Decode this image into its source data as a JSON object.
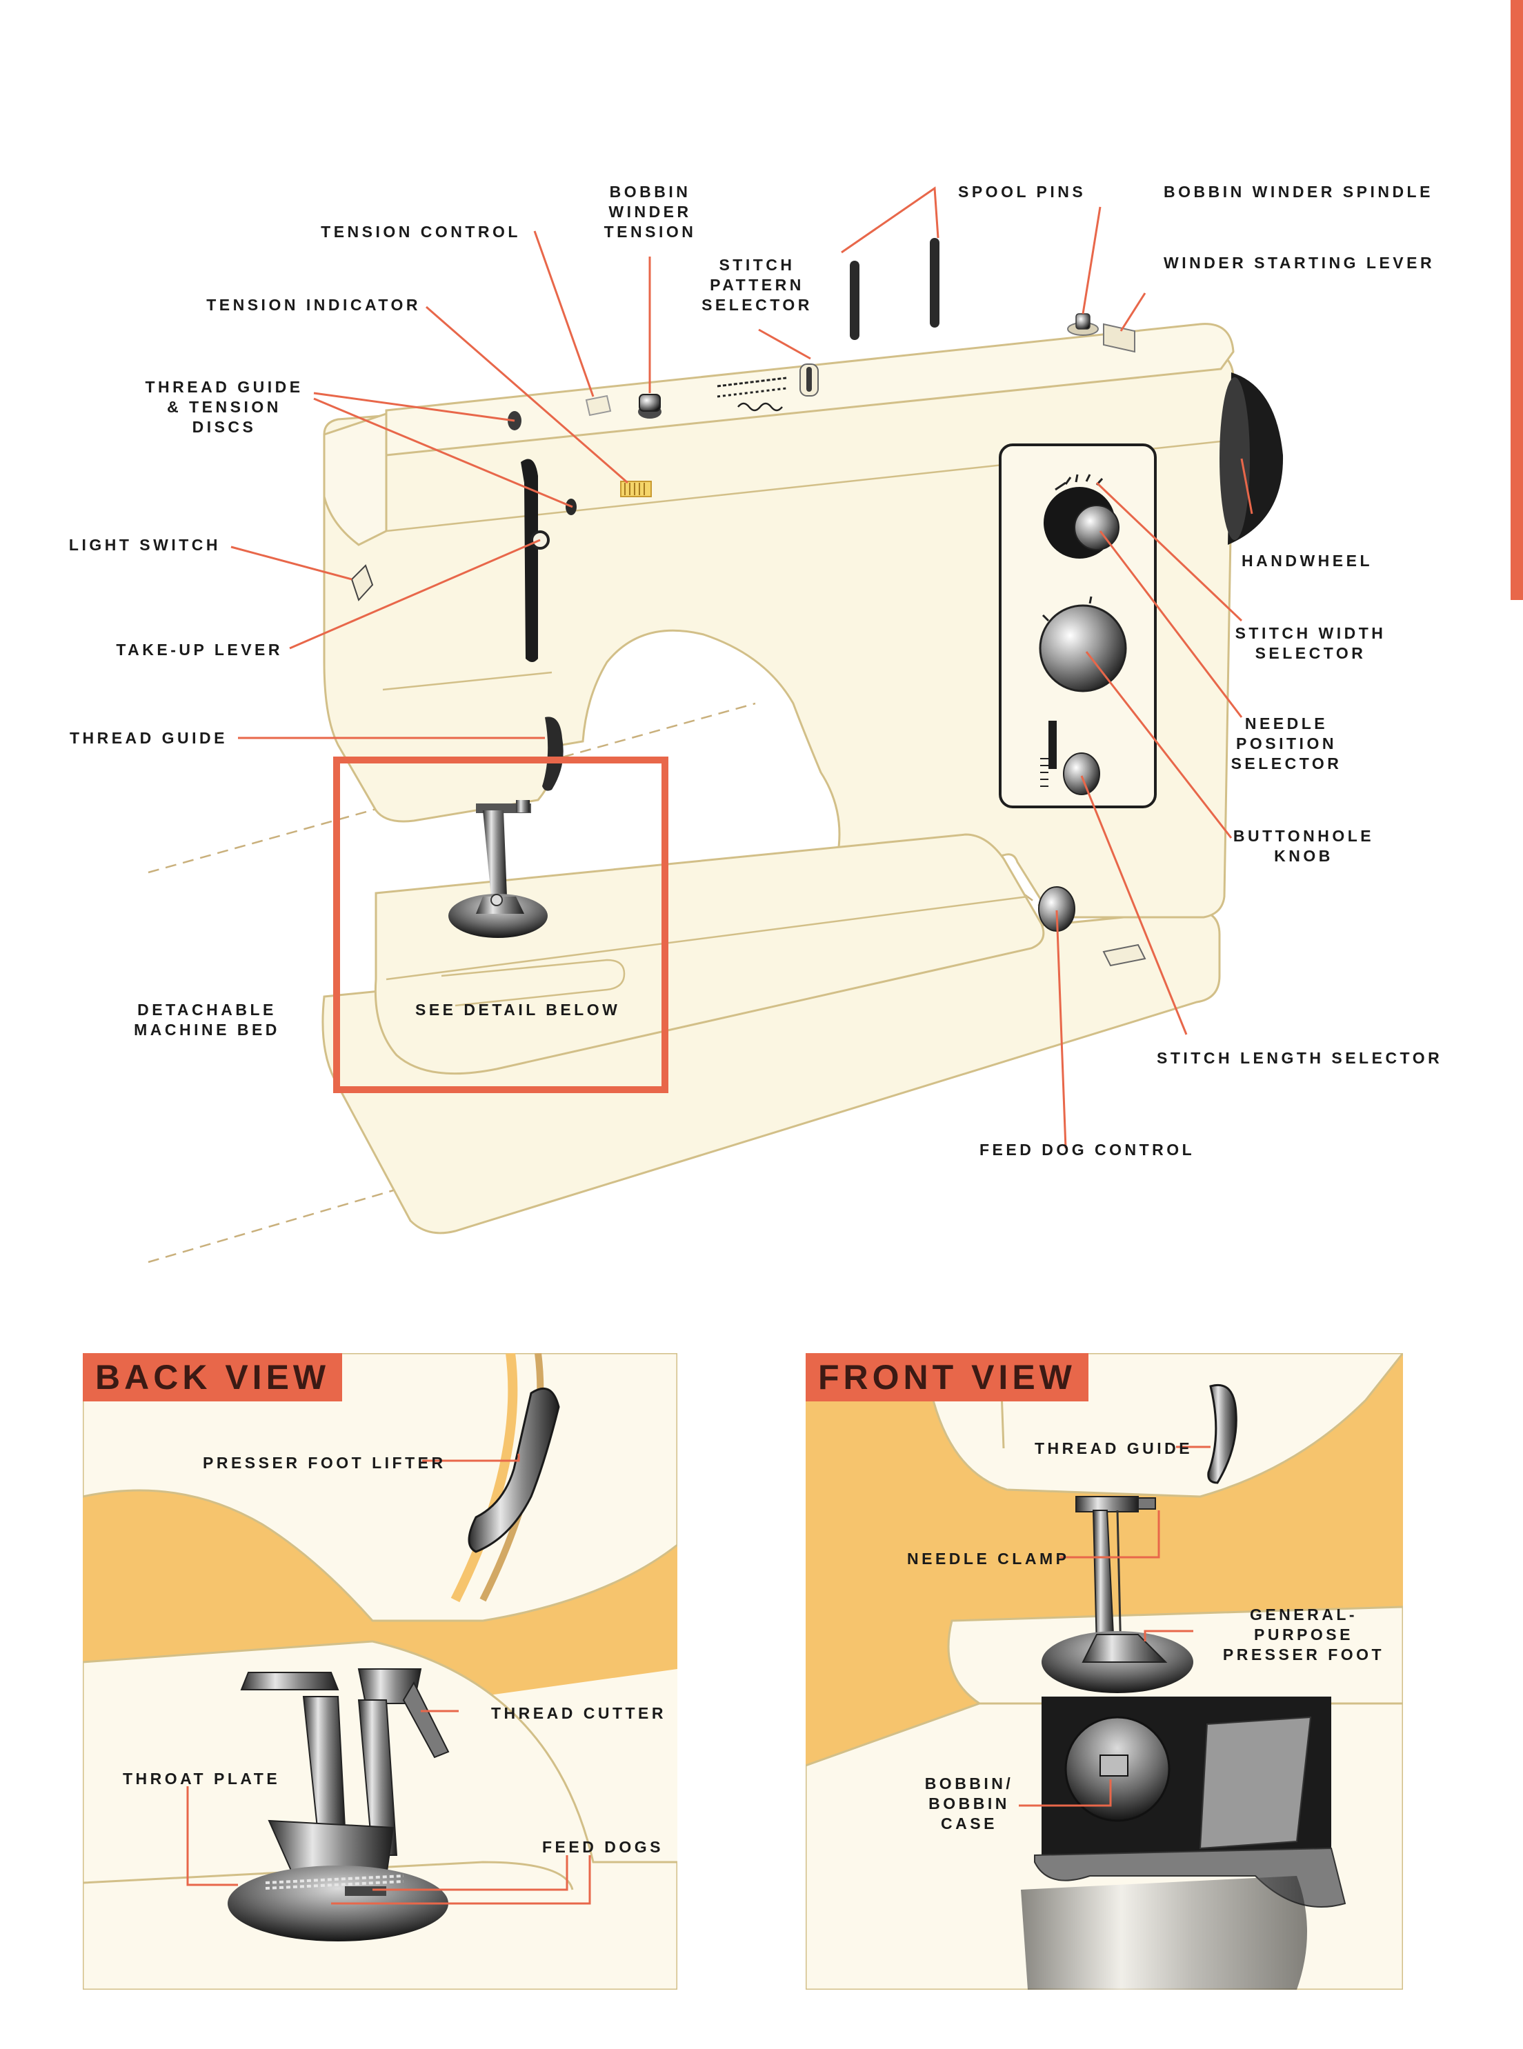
{
  "colors": {
    "accent": "#e8674a",
    "machine_fill": "#fbf6e2",
    "machine_outline": "#d2bf88",
    "panel_fill": "#fdf9ec",
    "detail_bg": "#f6c46d",
    "dark": "#1c1c1c"
  },
  "main_labels": {
    "tension_control": "TENSION CONTROL",
    "bobbin_winder_tension": "BOBBIN\nWINDER\nTENSION",
    "spool_pins": "SPOOL PINS",
    "bobbin_winder_spindle": "BOBBIN WINDER SPINDLE",
    "stitch_pattern_selector": "STITCH\nPATTERN\nSELECTOR",
    "winder_starting_lever": "WINDER STARTING LEVER",
    "tension_indicator": "TENSION INDICATOR",
    "thread_guide_tension_discs": "THREAD GUIDE\n& TENSION DISCS",
    "light_switch": "LIGHT SWITCH",
    "handwheel": "HANDWHEEL",
    "take_up_lever": "TAKE-UP LEVER",
    "stitch_width_selector": "STITCH WIDTH\nSELECTOR",
    "thread_guide": "THREAD GUIDE",
    "needle_position_selector": "NEEDLE\nPOSITION\nSELECTOR",
    "buttonhole_knob": "BUTTONHOLE\nKNOB",
    "detachable_machine_bed": "DETACHABLE\nMACHINE BED",
    "see_detail_below": "SEE DETAIL BELOW",
    "stitch_length_selector": "STITCH LENGTH SELECTOR",
    "feed_dog_control": "FEED DOG CONTROL"
  },
  "back_view": {
    "title": "BACK VIEW",
    "presser_foot_lifter": "PRESSER FOOT LIFTER",
    "thread_cutter": "THREAD CUTTER",
    "throat_plate": "THROAT PLATE",
    "feed_dogs": "FEED DOGS"
  },
  "front_view": {
    "title": "FRONT VIEW",
    "thread_guide": "THREAD GUIDE",
    "needle_clamp": "NEEDLE CLAMP",
    "general_purpose_presser_foot": "GENERAL-PURPOSE\nPRESSER FOOT",
    "bobbin_case": "BOBBIN/\nBOBBIN\nCASE"
  }
}
